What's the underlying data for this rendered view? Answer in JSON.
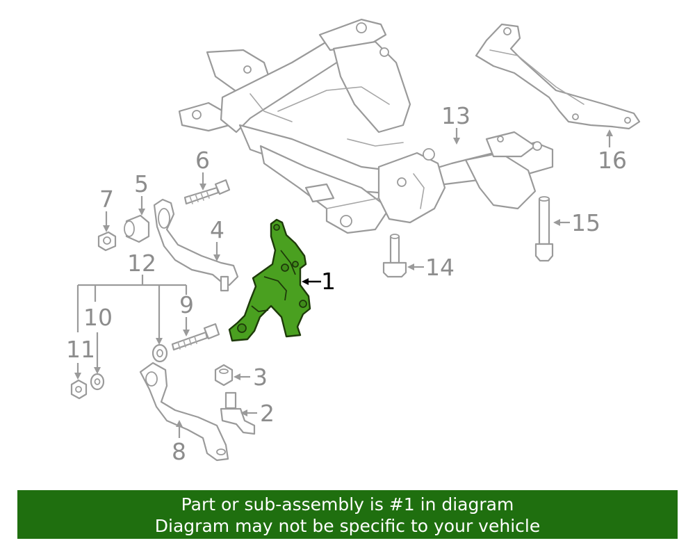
{
  "diagram": {
    "highlight_color": "#4aa020",
    "callouts": {
      "c1": "1",
      "c2": "2",
      "c3": "3",
      "c4": "4",
      "c5": "5",
      "c6": "6",
      "c7": "7",
      "c8": "8",
      "c9": "9",
      "c10": "10",
      "c11": "11",
      "c12": "12",
      "c13": "13",
      "c14": "14",
      "c15": "15",
      "c16": "16"
    },
    "highlighted_part": "1"
  },
  "banner": {
    "line1": "Part or sub-assembly is #1 in diagram",
    "line2": "Diagram may not be specific to your vehicle",
    "background": "#1f6f0f"
  }
}
